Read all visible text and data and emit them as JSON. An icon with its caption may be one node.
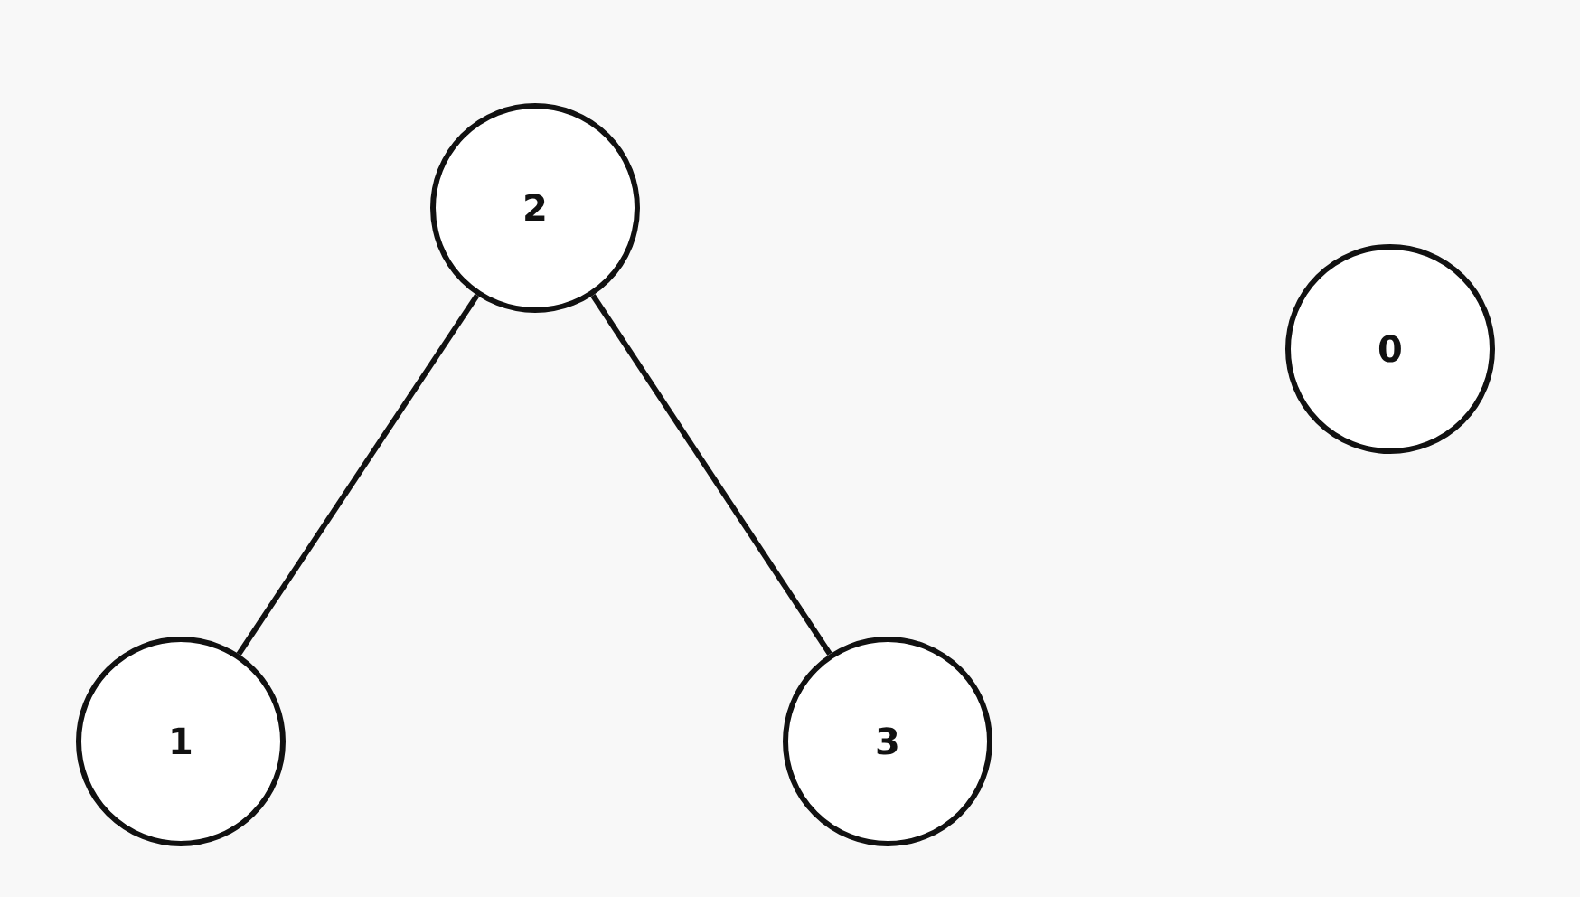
{
  "diagram": {
    "nodes": [
      {
        "text": [
          "2"
        ]
      },
      {
        "text": [
          "0"
        ]
      },
      {
        "text": [
          "1"
        ]
      },
      {
        "text": [
          "3"
        ]
      }
    ],
    "edges": [
      {
        "from": 0,
        "to": 2,
        "arrow": "none"
      },
      {
        "from": 0,
        "to": 3,
        "arrow": "none"
      }
    ]
  }
}
